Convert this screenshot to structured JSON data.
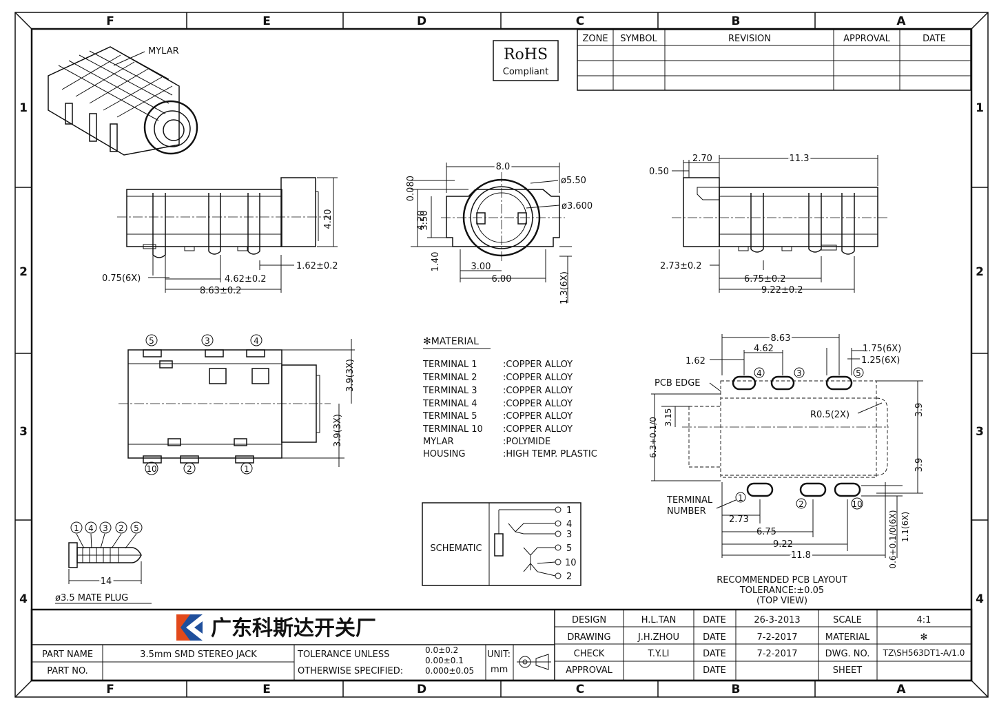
{
  "border": {
    "cols_top": [
      "F",
      "E",
      "D",
      "C",
      "B",
      "A"
    ],
    "cols_bottom": [
      "F",
      "E",
      "D",
      "C",
      "B",
      "A"
    ],
    "rows": [
      "1",
      "2",
      "3",
      "4"
    ]
  },
  "revision_table": {
    "headers": [
      "ZONE",
      "SYMBOL",
      "REVISION",
      "APPROVAL",
      "DATE"
    ]
  },
  "rohs": {
    "line1": "RoHS",
    "line2": "Compliant"
  },
  "iso_view": {
    "mylar_label": "MYLAR"
  },
  "front_view": {
    "width_dim": "8.0",
    "top_dim": "0.080",
    "d550": "ø5.50",
    "d3600": "ø3.600",
    "h420": "4.20",
    "h350": "3.50",
    "h140": "1.40",
    "w300": "3.00",
    "w600": "6.00",
    "lead": "1.3(6X)"
  },
  "left_side_view": {
    "height": "4.20",
    "lead_width": "0.75(6X)",
    "d462": "4.62±0.2",
    "d162": "1.62±0.2",
    "d863": "8.63±0.2"
  },
  "right_side_view": {
    "d050": "0.50",
    "d270": "2.70",
    "d113": "11.3",
    "d273": "2.73±0.2",
    "d675": "6.75±0.2",
    "d922": "9.22±0.2"
  },
  "bottom_view": {
    "top_pins": [
      "5",
      "3",
      "4"
    ],
    "bottom_pins": [
      "10",
      "2",
      "1"
    ],
    "d39a": "3.9(3X)",
    "d39b": "3.9(3X)"
  },
  "material": {
    "title": "✻MATERIAL",
    "rows": [
      {
        "item": "TERMINAL  1",
        "value": ":COPPER  ALLOY"
      },
      {
        "item": "TERMINAL  2",
        "value": ":COPPER  ALLOY"
      },
      {
        "item": "TERMINAL  3",
        "value": ":COPPER  ALLOY"
      },
      {
        "item": "TERMINAL  4",
        "value": ":COPPER  ALLOY"
      },
      {
        "item": "TERMINAL  5",
        "value": ":COPPER  ALLOY"
      },
      {
        "item": "TERMINAL  10",
        "value": ":COPPER  ALLOY"
      },
      {
        "item": "MYLAR",
        "value": ":POLYMIDE"
      },
      {
        "item": "HOUSING",
        "value": ":HIGH  TEMP.  PLASTIC"
      }
    ]
  },
  "schematic": {
    "label": "SCHEMATIC",
    "pins": [
      "1",
      "4",
      "3",
      "5",
      "10",
      "2"
    ]
  },
  "pcb_layout": {
    "d863": "8.63",
    "d462": "4.62",
    "d175": "1.75(6X)",
    "d125": "1.25(6X)",
    "d162": "1.62",
    "pcb_edge": "PCB EDGE",
    "r05": "R0.5(2X)",
    "d315": "3.15",
    "d63": "6.3+0.1/0",
    "d39a": "3.9",
    "d39b": "3.9",
    "terminal_number": [
      "TERMINAL",
      "NUMBER"
    ],
    "d273": "2.73",
    "d675": "6.75",
    "d922": "9.22",
    "d118": "11.8",
    "d06": "0.6+0.1/0(6X)",
    "d11": "1.1(6X)",
    "top_pins": [
      "4",
      "3",
      "5"
    ],
    "bottom_pins": [
      "1",
      "2",
      "10"
    ],
    "caption": [
      "RECOMMENDED PCB LAYOUT",
      "TOLERANCE:±0.05",
      "(TOP VIEW)"
    ]
  },
  "mate_plug": {
    "pins": [
      "1",
      "4",
      "3",
      "2",
      "5"
    ],
    "length": "14",
    "label": "ø3.5 MATE PLUG"
  },
  "title_block": {
    "company": "广东科斯达开关厂",
    "part_name_label": "PART NAME",
    "part_name": "3.5mm  SMD  STEREO  JACK",
    "part_no_label": "PART NO.",
    "tol_line1": "TOLERANCE  UNLESS",
    "tol_line2": "OTHERWISE  SPECIFIED:",
    "tol_v1": "0.0±0.2",
    "tol_v2": "0.00±0.1",
    "tol_v3": "0.000±0.05",
    "unit_label": "UNIT:",
    "unit": "mm",
    "design_label": "DESIGN",
    "design_name": "H.L.TAN",
    "drawing_label": "DRAWING",
    "drawing_name": "J.H.ZHOU",
    "check_label": "CHECK",
    "check_name": "T.Y.LI",
    "approval_label": "APPROVAL",
    "date_label": "DATE",
    "date1": "26-3-2013",
    "date2": "7-2-2017",
    "date3": "7-2-2017",
    "scale_label": "SCALE",
    "scale": "4:1",
    "material_label": "MATERIAL",
    "material": "✻",
    "dwg_label": "DWG. NO.",
    "dwg_no": "TZ\\SH563DT1-A/1.0",
    "sheet_label": "SHEET"
  }
}
